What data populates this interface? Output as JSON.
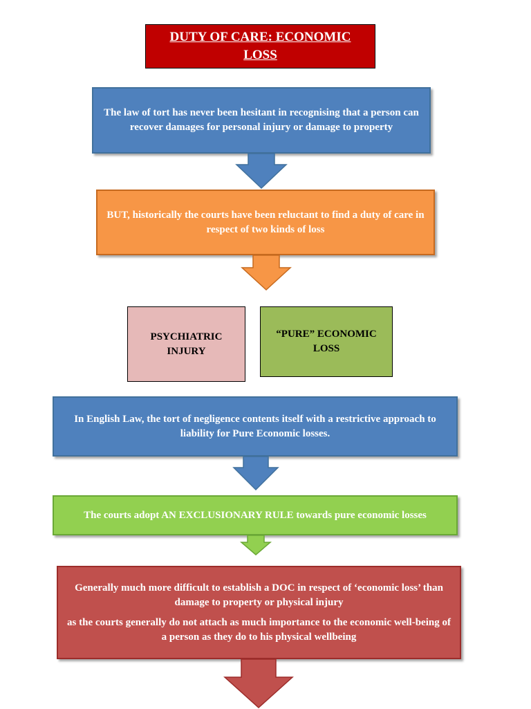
{
  "colors": {
    "title_bg": "#c00000",
    "blue": "#4f81bd",
    "orange": "#f79646",
    "pink": "#e6b9b8",
    "olive": "#9bbb59",
    "green": "#92d050",
    "red": "#c0504d"
  },
  "title": "DUTY OF CARE: ECONOMIC LOSS",
  "boxes": {
    "b1": "The law of tort has never been hesitant in recognising that a person can recover damages for personal injury or damage to property",
    "b2": "BUT, historically the courts have been reluctant to find a duty of care in respect of two kinds of loss",
    "b3": "PSYCHIATRIC INJURY",
    "b4": "“PURE” ECONOMIC LOSS",
    "b5": "In English Law, the tort of negligence contents itself with a restrictive approach to liability for Pure Economic losses.",
    "b6": "The courts adopt AN EXCLUSIONARY RULE towards pure economic losses",
    "b7_p1": "Generally much more difficult to establish a DOC in respect of ‘economic loss’ than damage to property or physical injury",
    "b7_p2": "as the courts generally do not attach as much importance to the economic well-being of a person as they do to his physical wellbeing"
  }
}
